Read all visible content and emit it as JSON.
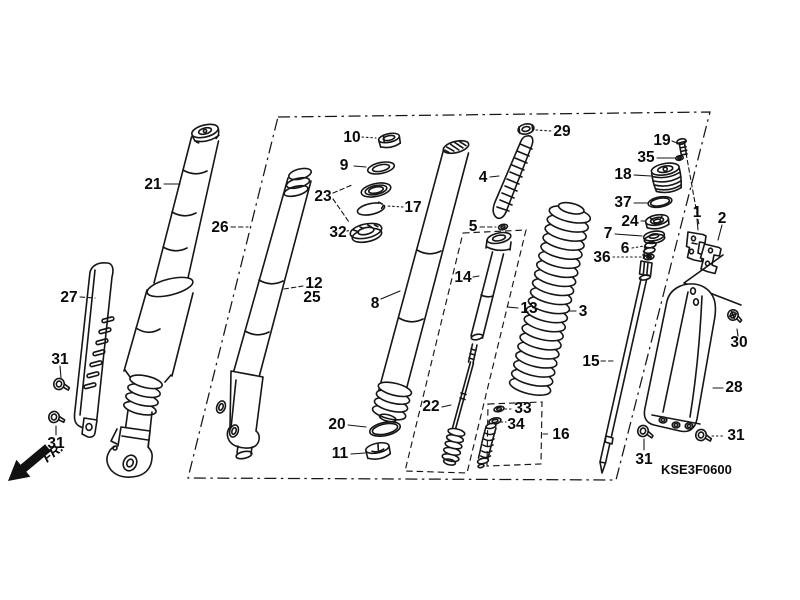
{
  "diagram": {
    "code": "KSE3F0600",
    "front_marker": "FR.",
    "part_labels": [
      {
        "id": "21",
        "text": "21"
      },
      {
        "id": "27",
        "text": "27"
      },
      {
        "id": "31-upper-left",
        "text": "31"
      },
      {
        "id": "31-lower-left",
        "text": "31"
      },
      {
        "id": "26",
        "text": "26"
      },
      {
        "id": "12",
        "text": "12"
      },
      {
        "id": "25",
        "text": "25"
      },
      {
        "id": "10",
        "text": "10"
      },
      {
        "id": "9",
        "text": "9"
      },
      {
        "id": "23",
        "text": "23"
      },
      {
        "id": "17",
        "text": "17"
      },
      {
        "id": "32",
        "text": "32"
      },
      {
        "id": "8",
        "text": "8"
      },
      {
        "id": "20",
        "text": "20"
      },
      {
        "id": "11",
        "text": "11"
      },
      {
        "id": "4",
        "text": "4"
      },
      {
        "id": "5",
        "text": "5"
      },
      {
        "id": "14",
        "text": "14"
      },
      {
        "id": "22",
        "text": "22"
      },
      {
        "id": "29",
        "text": "29"
      },
      {
        "id": "13",
        "text": "13"
      },
      {
        "id": "3",
        "text": "3"
      },
      {
        "id": "15",
        "text": "15"
      },
      {
        "id": "33",
        "text": "33"
      },
      {
        "id": "34",
        "text": "34"
      },
      {
        "id": "16",
        "text": "16"
      },
      {
        "id": "36",
        "text": "36"
      },
      {
        "id": "6",
        "text": "6"
      },
      {
        "id": "7",
        "text": "7"
      },
      {
        "id": "24",
        "text": "24"
      },
      {
        "id": "37",
        "text": "37"
      },
      {
        "id": "18",
        "text": "18"
      },
      {
        "id": "35",
        "text": "35"
      },
      {
        "id": "19",
        "text": "19"
      },
      {
        "id": "1",
        "text": "1"
      },
      {
        "id": "2",
        "text": "2"
      },
      {
        "id": "30",
        "text": "30"
      },
      {
        "id": "28",
        "text": "28"
      },
      {
        "id": "31-bottom-mid",
        "text": "31"
      },
      {
        "id": "31-bottom-right",
        "text": "31"
      }
    ]
  }
}
